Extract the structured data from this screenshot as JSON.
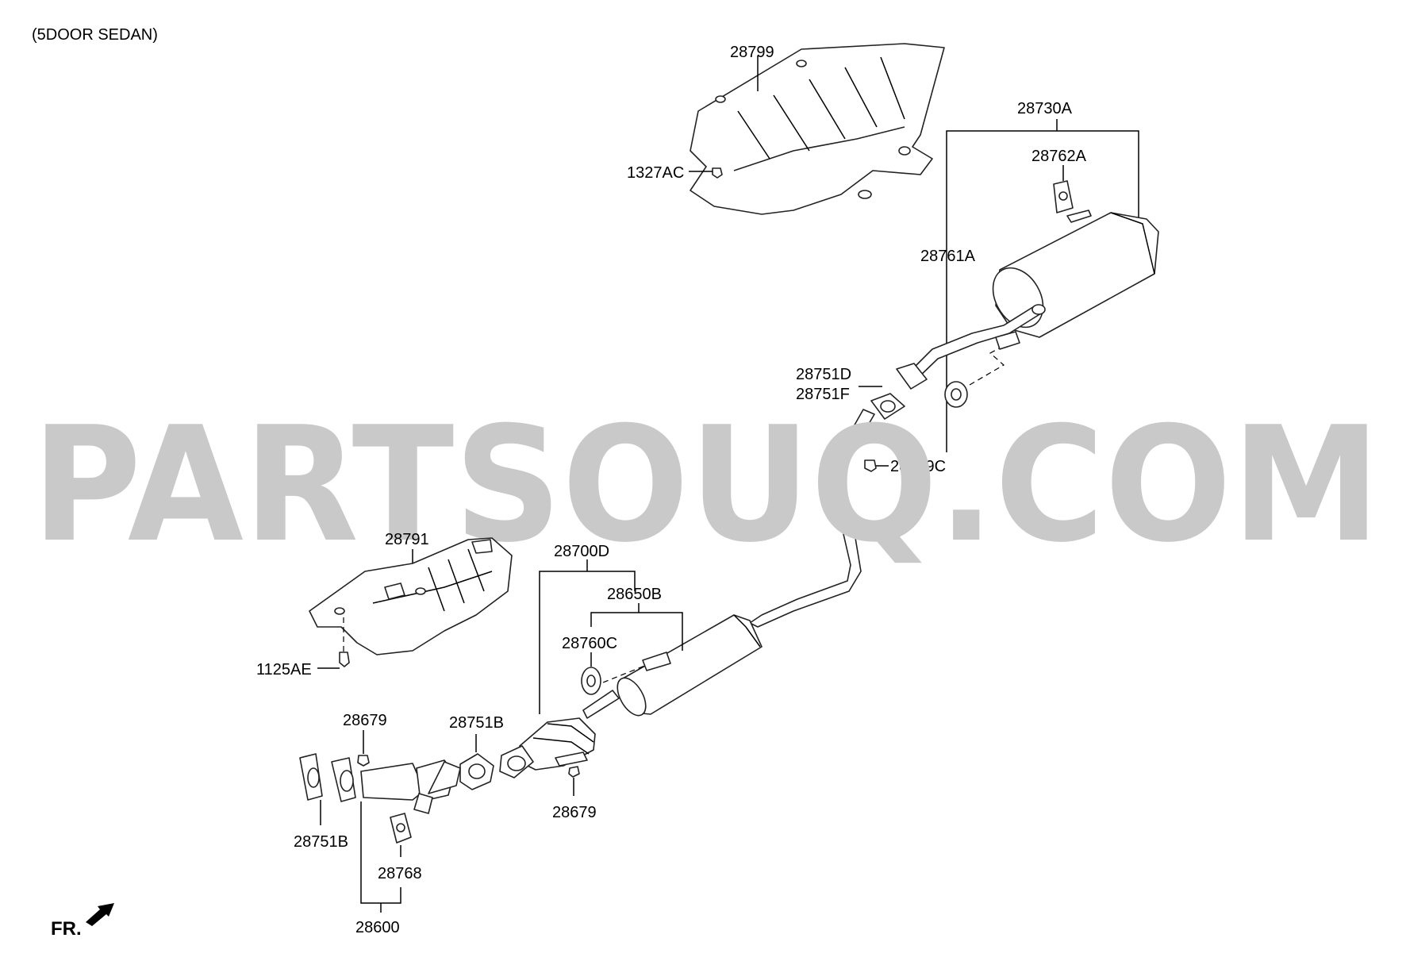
{
  "header": {
    "title": "(5DOOR SEDAN)"
  },
  "watermark": "PARTSOUQ.COM",
  "direction_label": "FR.",
  "labels": {
    "p28799": "28799",
    "p1327AC": "1327AC",
    "p28730A": "28730A",
    "p28762A": "28762A",
    "p28761A": "28761A",
    "p28751D": "28751D",
    "p28751F": "28751F",
    "p28679C": "28679C",
    "p28791": "28791",
    "p1125AE": "1125AE",
    "p28700D": "28700D",
    "p28650B": "28650B",
    "p28760C": "28760C",
    "p28751B_a": "28751B",
    "p28679_a": "28679",
    "p28679_b": "28679",
    "p28751B_b": "28751B",
    "p28768": "28768",
    "p28600": "28600"
  },
  "colors": {
    "watermark": "#c9c9c9",
    "lines": "#000000"
  }
}
